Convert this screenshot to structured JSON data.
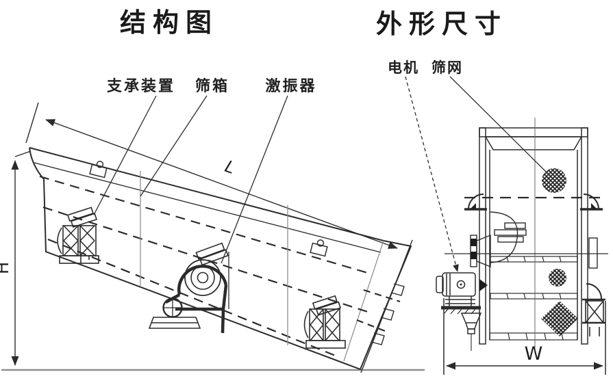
{
  "page": {
    "background_color": "#ffffff",
    "ink_color": "#2b2b2b",
    "faint_color": "#8f8f8f"
  },
  "structure": {
    "title": "结构图",
    "labels": {
      "support_device": "支承装置",
      "screen_box": "筛箱",
      "exciter": "激振器"
    },
    "dims": {
      "length": "L",
      "height": "H"
    }
  },
  "outline": {
    "title": "外形尺寸",
    "labels": {
      "motor": "电机",
      "screen_mesh": "筛网"
    },
    "dims": {
      "width": "W"
    }
  }
}
